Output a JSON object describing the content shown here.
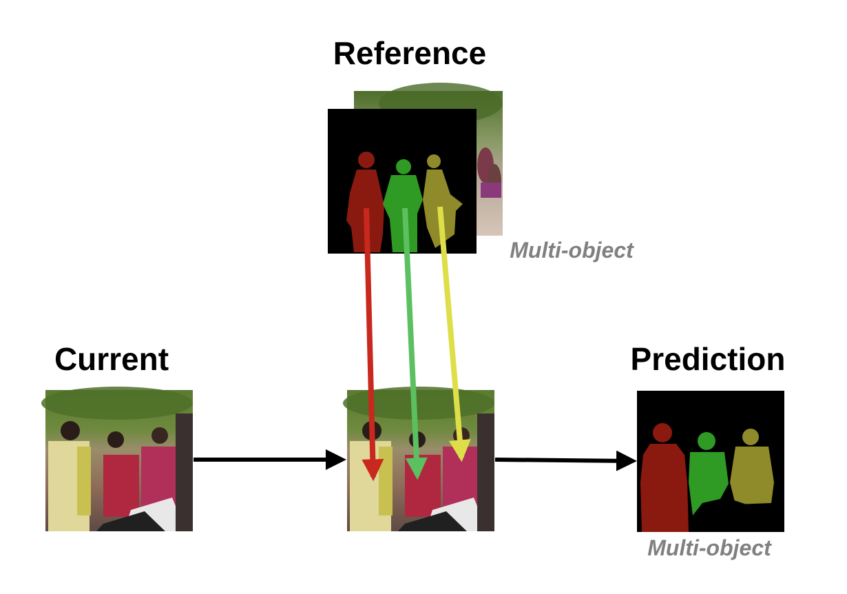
{
  "titles": {
    "reference": "Reference",
    "current": "Current",
    "prediction": "Prediction"
  },
  "captions": {
    "reference": "Multi-object",
    "prediction": "Multi-object"
  },
  "colors": {
    "background": "#ffffff",
    "mask_background": "#000000",
    "object_1_mask": "#8a1a10",
    "object_2_mask": "#2f9a24",
    "object_3_mask": "#8f8a2a",
    "object_1_arrow": "#c8281e",
    "object_2_arrow": "#5cc060",
    "object_3_arrow": "#dede48",
    "flow_arrow": "#000000",
    "caption_text": "#808080"
  },
  "panels": [
    "reference-frame-photo",
    "reference-mask",
    "current-frame-photo",
    "matching-frame-photo",
    "prediction-mask"
  ]
}
